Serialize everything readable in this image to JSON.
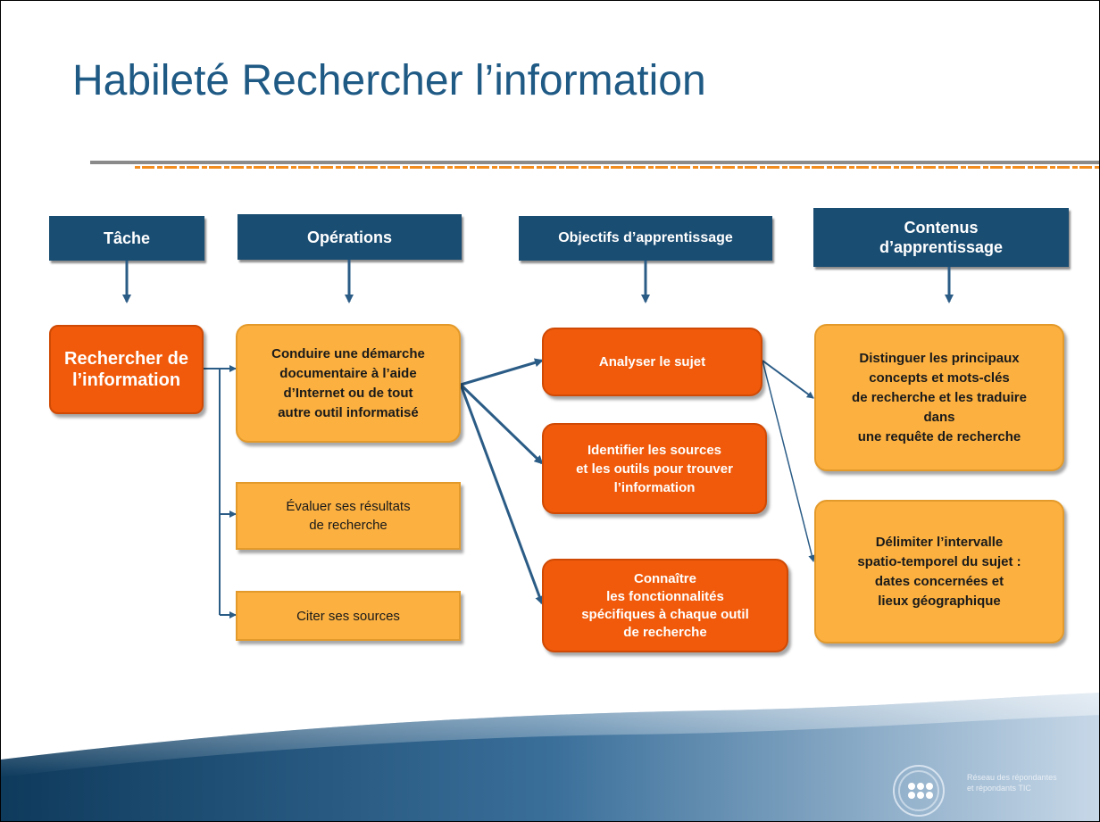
{
  "title": "Habileté Rechercher l’information",
  "headers": {
    "tache": "Tâche",
    "operations": "Opérations",
    "objectifs": "Objectifs d’apprentissage",
    "contenus": "Contenus\nd’apprentissage"
  },
  "tache_box": "Rechercher de\nl’information",
  "operations": {
    "op1": "Conduire une démarche\ndocumentaire à l’aide\nd’Internet ou de tout\nautre outil informatisé",
    "op2": "Évaluer ses résultats\nde recherche",
    "op3": "Citer ses sources"
  },
  "objectifs": {
    "obj1": "Analyser le sujet",
    "obj2": "Identifier les sources\net les outils pour trouver\nl’information",
    "obj3": "Connaître\nles fonctionnalités\nspécifiques à chaque outil\nde recherche"
  },
  "contenus": {
    "c1": "Distinguer les principaux\nconcepts et mots-clés\nde recherche et les traduire\ndans\nune requête de recherche",
    "c2": "Délimiter l’intervalle\nspatio-temporel du sujet :\ndates concernées et\nlieux géographique"
  },
  "footer": {
    "logo_text": "Réseau des répondantes\net répondants TIC"
  },
  "colors": {
    "header_bg": "#1a4d72",
    "dark_box": "#f05a0a",
    "light_box": "#fbb040",
    "title": "#1f5a85",
    "arrow": "#2b5c86"
  }
}
